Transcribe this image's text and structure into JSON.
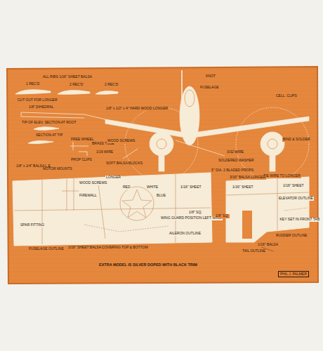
{
  "diagram": {
    "caption": "EXTRA MODEL IS SILVER DOPED WITH BLACK TRIM",
    "labels": [
      "1 REC'D",
      "2 REC'D",
      "2 REC'D",
      "ALL RIBS 1/16\" SHEET BALSA",
      "CUT OUT FOR LONGER",
      "1/8\" DIHEDRAL",
      "TIP OF ELEV. SECTION AT ROOT",
      "SECTION AT TIP",
      "FREE WHEEL",
      "BRASS TUBE",
      "PROP CLIPS",
      "1/16 WIRE",
      "1/8\" x 1/2\" x 4\" HARD WOOD LONGER",
      "WOOD SCREWS",
      "SOFT BALSA BLOCKS",
      "FUSELAGE",
      "3/32 WIRE",
      "5\" DIA. 2 BLADED PROPS",
      "SOLDERED WASHER",
      "KNOT",
      "CELL. CLIPS",
      "BIND & SOLDER",
      "TIE WIRE TO LONGER",
      "1/8\" x 1/4\" BALSA L.E.",
      "MOTOR MOUNTS",
      "WOOD SCREWS",
      "FIREWALL",
      "LONGER",
      "RED",
      "WHITE",
      "BLUE",
      "1/16\" SHEET",
      "1/8\" SQ.",
      "WING GUARD POSITION LEFT WING",
      "AILERON OUTLINE",
      "FUSELAGE OUTLINE",
      "1/16\" SHEET BALSA COVERING TOP & BOTTOM",
      "SPAR FITTING",
      "1/8\" SQ.",
      "3/16\" BALSA LONGER",
      "1/16\" SHEET",
      "1/16\" SHEET",
      "KEY SET IN FRONT TAB",
      "ELEVATOR OUTLINE",
      "RUDDER OUTLINE",
      "TAIL OUTLINE",
      "1/16\" BALSA",
      "PHIL J. PALMER"
    ]
  }
}
